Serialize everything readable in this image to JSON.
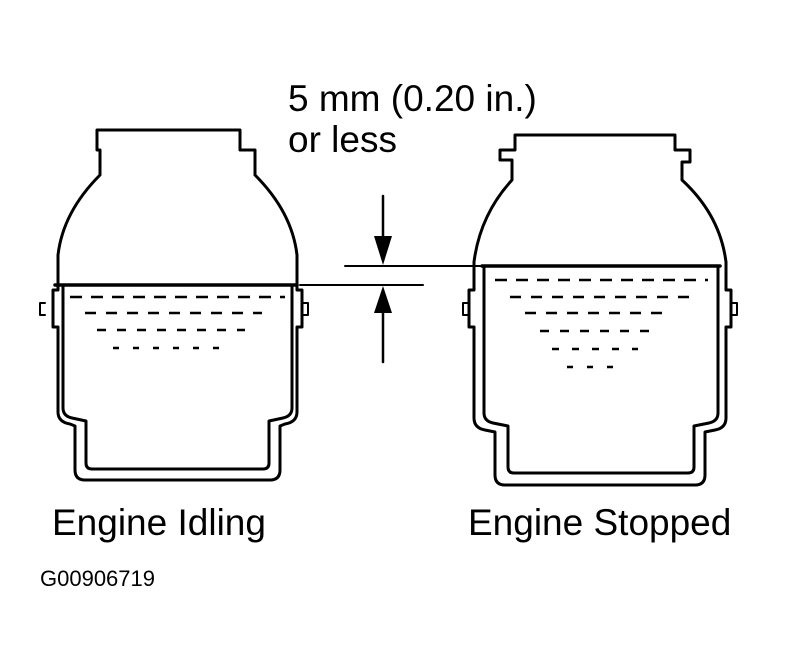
{
  "measurement": {
    "line1": "5 mm (0.20 in.)",
    "line2": "or less"
  },
  "reservoirs": {
    "left_label": "Engine Idling",
    "right_label": "Engine Stopped"
  },
  "figure_id": "G00906719"
}
